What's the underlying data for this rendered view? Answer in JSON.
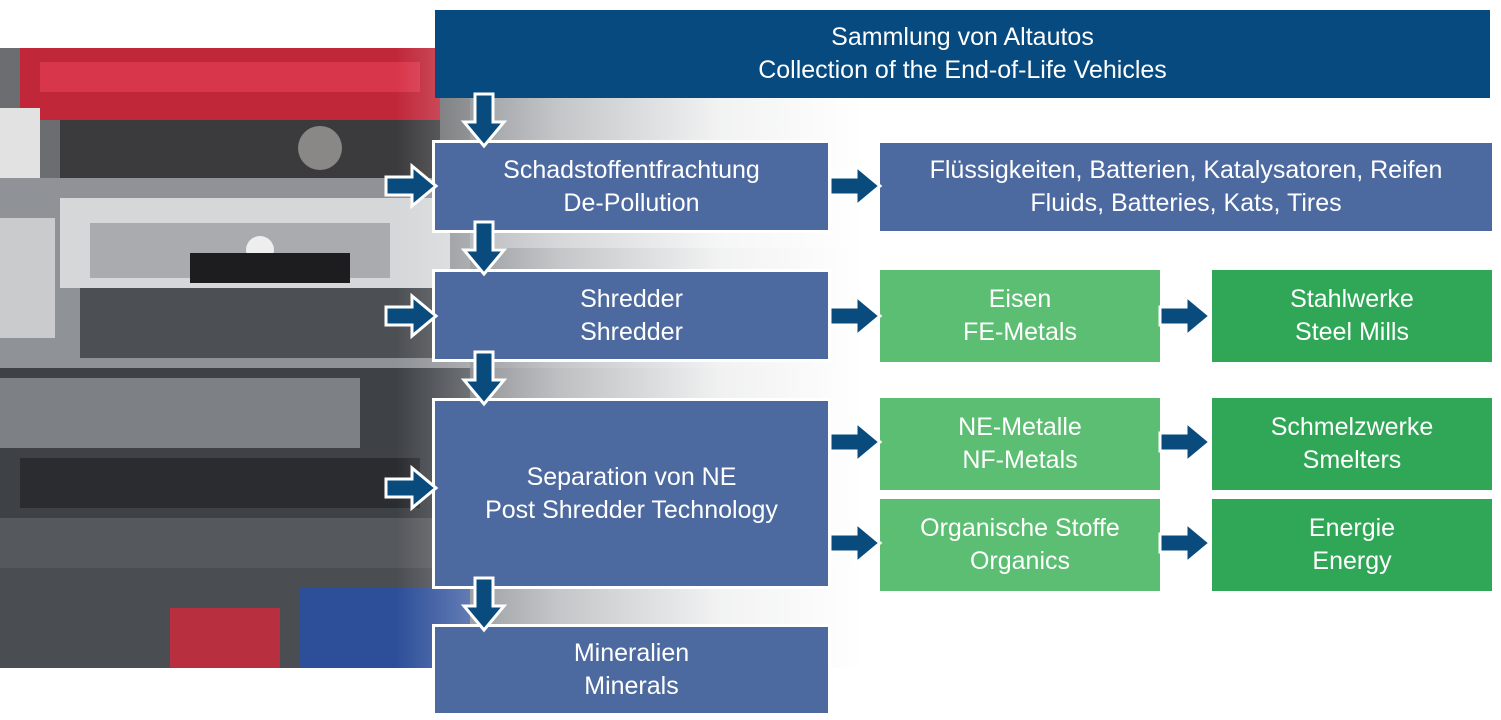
{
  "colors": {
    "header": "#064a7f",
    "process": "#4d6aa0",
    "output": "#5cbe72",
    "destination": "#30a756",
    "arrow": "#0a4b7d"
  },
  "header": {
    "line1": "Sammlung von Altautos",
    "line2": "Collection of the End-of-Life Vehicles"
  },
  "process": [
    {
      "line1": "Schadstoffentfrachtung",
      "line2": "De-Pollution"
    },
    {
      "line1": "Shredder",
      "line2": "Shredder"
    },
    {
      "line1": "Separation von NE",
      "line2": "Post Shredder Technology"
    },
    {
      "line1": "Mineralien",
      "line2": "Minerals"
    }
  ],
  "depollution_output": {
    "line1": "Flüssigkeiten, Batterien, Katalysatoren, Reifen",
    "line2": "Fluids, Batteries, Kats, Tires"
  },
  "outputs": [
    {
      "line1": "Eisen",
      "line2": "FE-Metals"
    },
    {
      "line1": "NE-Metalle",
      "line2": "NF-Metals"
    },
    {
      "line1": "Organische Stoffe",
      "line2": "Organics"
    }
  ],
  "destinations": [
    {
      "line1": "Stahlwerke",
      "line2": "Steel Mills"
    },
    {
      "line1": "Schmelzwerke",
      "line2": "Smelters"
    },
    {
      "line1": "Energie",
      "line2": "Energy"
    }
  ]
}
